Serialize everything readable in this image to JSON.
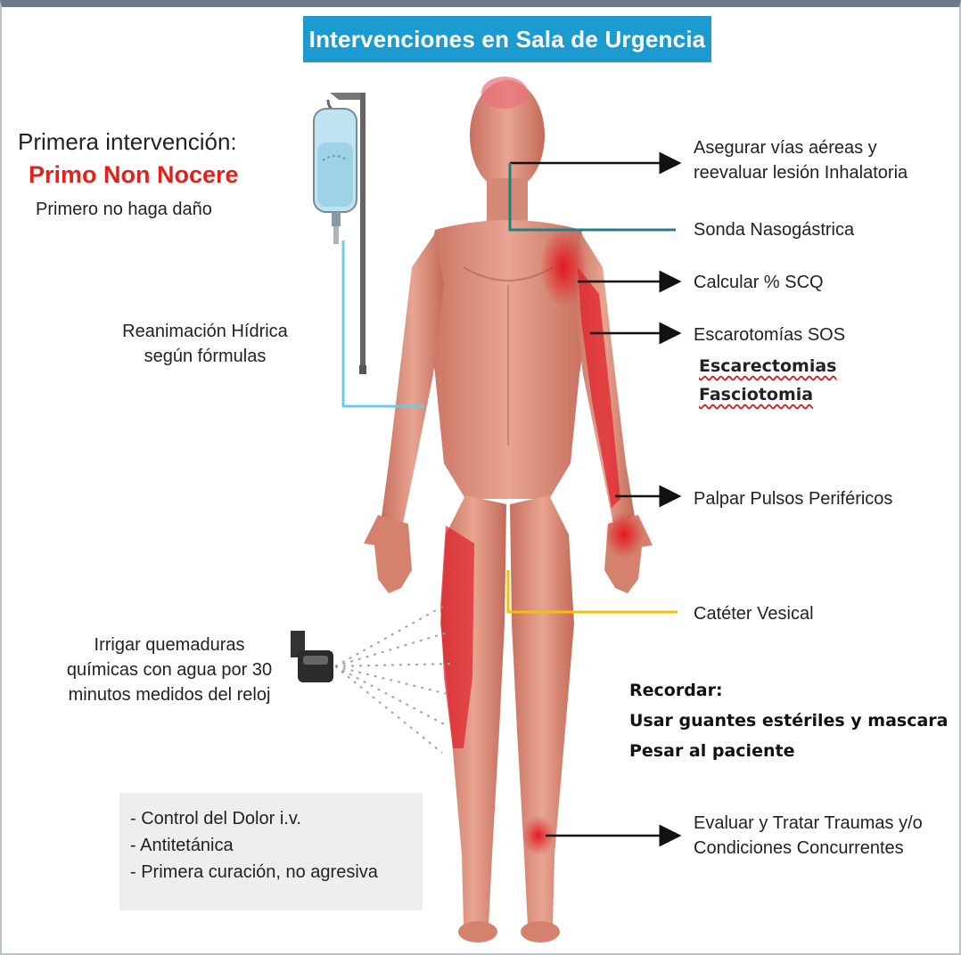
{
  "title": "Intervenciones en Sala de Urgencia",
  "first_intervention": {
    "label": "Primera intervención:",
    "motto": "Primo Non Nocere",
    "translation": "Primero no haga daño"
  },
  "left_labels": {
    "reanimacion": [
      "Reanimación Hídrica",
      "según fórmulas"
    ],
    "irrigar": [
      "Irrigar quemaduras",
      "químicas con agua por 30",
      "minutos medidos del reloj"
    ]
  },
  "gray_box": {
    "items": [
      "- Control del Dolor i.v.",
      "- Antitetánica",
      "- Primera curación, no agresiva"
    ]
  },
  "right_labels": {
    "vias_aereas": [
      "Asegurar vías aéreas y",
      "reevaluar lesión Inhalatoria"
    ],
    "sonda": "Sonda Nasogástrica",
    "scq": "Calcular % SCQ",
    "escarotomias": "Escarotomías SOS",
    "escarectomias": "Escarectomias",
    "fasciotomia": "Fasciotomia",
    "pulsos": "Palpar Pulsos Periféricos",
    "cateter": "Catéter Vesical",
    "traumas": [
      "Evaluar y Tratar Traumas y/o",
      "Condiciones Concurrentes"
    ]
  },
  "reminder": {
    "heading": "Recordar:",
    "lines": [
      "Usar guantes estériles y mascara",
      "Pesar al paciente"
    ]
  },
  "colors": {
    "title_bg": "#1c9bd0",
    "motto": "#e3201b",
    "skin": "#d98b78",
    "burn": "#e0202a",
    "iv_line": "#6ccbe8",
    "tube_line": "#1f7f86",
    "catheter_line": "#f5c000",
    "pointer": "#111111"
  },
  "icons": [
    "iv-bag-icon",
    "spray-nozzle-icon",
    "human-body-figure"
  ]
}
